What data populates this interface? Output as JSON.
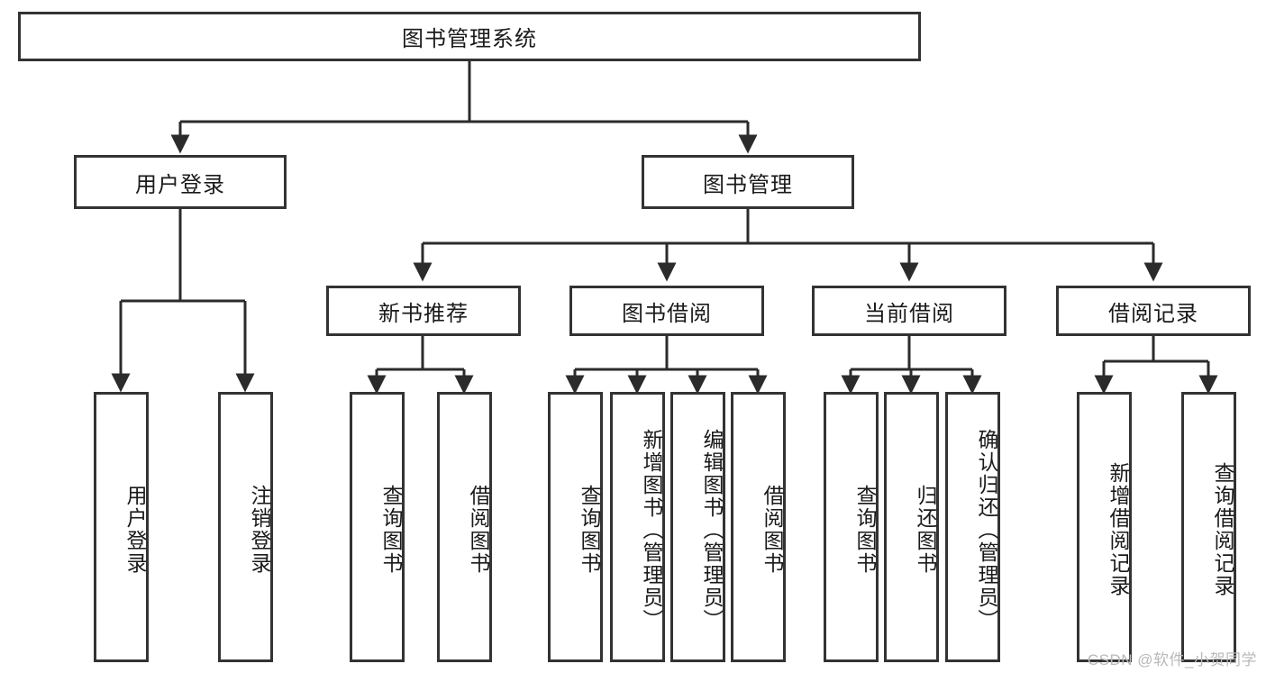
{
  "diagram": {
    "title": "图书管理系统",
    "watermark": "CSDN @软件_小贺同学",
    "colors": {
      "border": "#333333",
      "background": "#ffffff",
      "text": "#1a1a1a",
      "watermark": "#b9b9b9"
    },
    "root": {
      "label": "图书管理系统"
    },
    "level2": [
      {
        "label": "用户登录"
      },
      {
        "label": "图书管理"
      }
    ],
    "level3": [
      {
        "label": "新书推荐"
      },
      {
        "label": "图书借阅"
      },
      {
        "label": "当前借阅"
      },
      {
        "label": "借阅记录"
      }
    ],
    "leaves": {
      "user_login": [
        {
          "label": "用户登录"
        },
        {
          "label": "注销登录"
        }
      ],
      "new_book_recommend": [
        {
          "label": "查询图书"
        },
        {
          "label": "借阅图书"
        }
      ],
      "book_borrow": [
        {
          "label": "查询图书"
        },
        {
          "label": "新增图书（管理员）"
        },
        {
          "label": "编辑图书（管理员）"
        },
        {
          "label": "借阅图书"
        }
      ],
      "current_borrow": [
        {
          "label": "查询图书"
        },
        {
          "label": "归还图书"
        },
        {
          "label": "确认归还（管理员）"
        }
      ],
      "borrow_record": [
        {
          "label": "新增借阅记录"
        },
        {
          "label": "查询借阅记录"
        }
      ]
    }
  }
}
